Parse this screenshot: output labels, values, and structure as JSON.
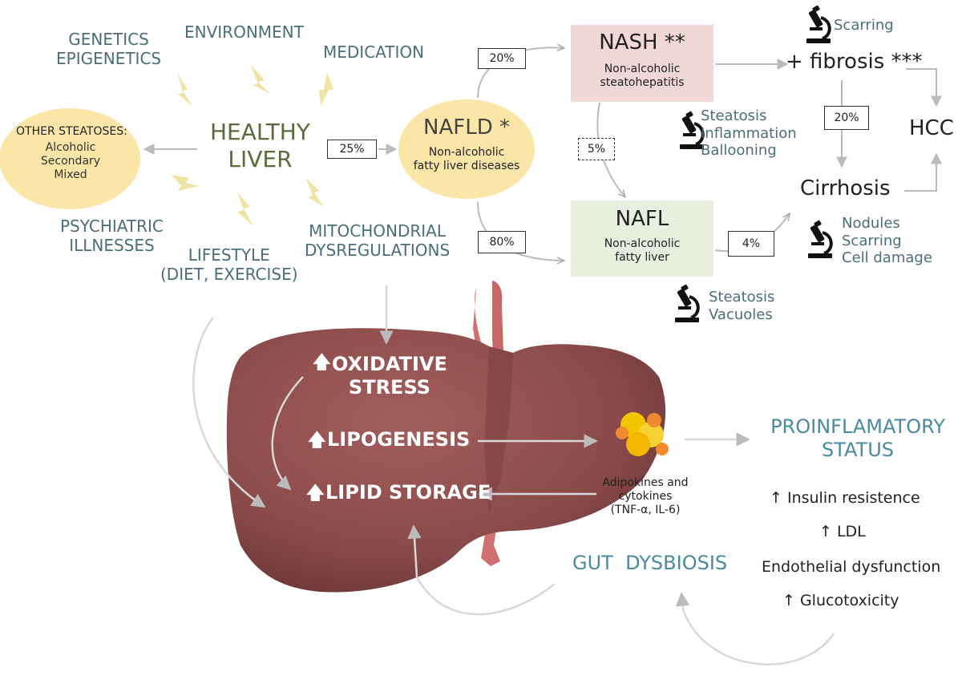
{
  "factors": {
    "genetics": "GENETICS\nEPIGENETICS",
    "environment": "ENVIRONMENT",
    "medication": "MEDICATION",
    "psychiatric": "PSYCHIATRIC\nILLNESSES",
    "lifestyle": "LIFESTYLE\n(DIET, EXERCISE)",
    "mitochondrial": "MITOCHONDRIAL\nDYSREGULATIONS"
  },
  "healthy_liver": "HEALTHY\nLIVER",
  "other_steatoses": {
    "title": "OTHER STEATOSES:",
    "items": "Alcoholic\nSecondary\nMixed"
  },
  "nafld": {
    "title": "NAFLD *",
    "subtitle": "Non-alcoholic\nfatty liver diseases"
  },
  "nash": {
    "title": "NASH **",
    "subtitle": "Non-alcoholic\nsteatohepatitis"
  },
  "nafl": {
    "title": "NAFL",
    "subtitle": "Non-alcoholic\nfatty liver"
  },
  "fibrosis": "+ fibrosis ***",
  "hcc": "HCC",
  "cirrhosis": "Cirrhosis",
  "percentages": {
    "p25": "25%",
    "p20_top": "20%",
    "p80": "80%",
    "p5": "5%",
    "p20_mid": "20%",
    "p4": "4%"
  },
  "histology": {
    "scarring": "Scarring",
    "nash": "Steatosis\nInflammation\nBallooning",
    "cirrhosis": "Nodules\nScarring\nCell damage",
    "nafl": "Steatosis\nVacuoles"
  },
  "liver_labels": {
    "oxidative": "OXIDATIVE\nSTRESS",
    "lipogenesis": "LIPOGENESIS",
    "lipid_storage": "LIPID STORAGE",
    "up_arrow": "🡅"
  },
  "adipokines": "Adipokines and\ncytokines\n(TNF-α, IL-6)",
  "proinflammatory": "PROINFLAMATORY\nSTATUS",
  "effects": {
    "insulin": "↑ Insulin resistence",
    "ldl": "↑ LDL",
    "endothelial": "Endothelial dysfunction",
    "glucotoxicity": "↑ Glucotoxicity"
  },
  "gut": "GUT  DYSBIOSIS",
  "colors": {
    "teal": "#4a6e7a",
    "liver": "#8a4a4a",
    "nash_bg": "#f2d7d7",
    "nafl_bg": "#e8efdf",
    "ellipse": "#fbe6a8"
  }
}
